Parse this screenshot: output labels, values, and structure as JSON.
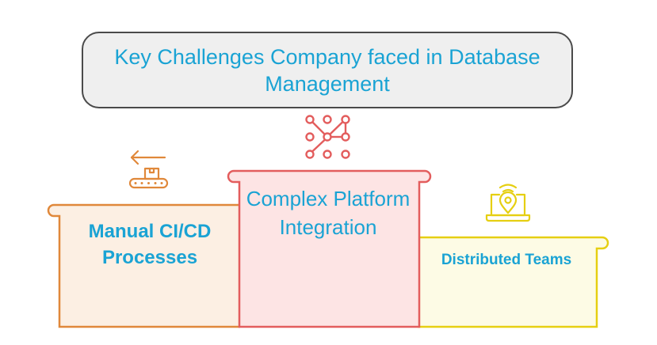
{
  "title": "Key Challenges Company faced in Database Management",
  "steps": [
    {
      "label": "Manual CI/CD Processes",
      "icon": "conveyor-belt-arrow-icon",
      "color": "#e0883a",
      "fill": "#fcefe3"
    },
    {
      "label": "Complex Platform Integration",
      "icon": "network-nodes-icon",
      "color": "#e35d5d",
      "fill": "#fde4e4"
    },
    {
      "label": "Distributed Teams",
      "icon": "laptop-location-icon",
      "color": "#e6cf12",
      "fill": "#fdfbe5"
    }
  ],
  "text_color": "#1aa3d4"
}
